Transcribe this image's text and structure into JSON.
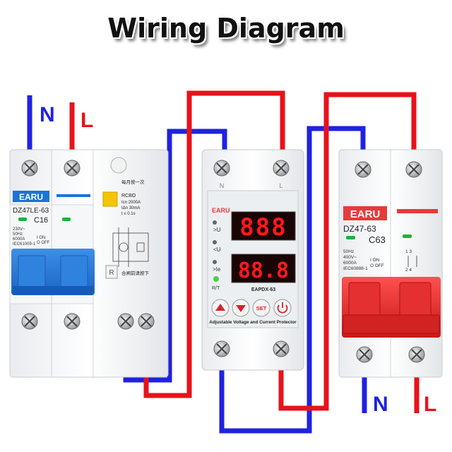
{
  "title": "Wiring Diagram",
  "colors": {
    "neutral": "#1f22e0",
    "line": "#e8121a",
    "lcd": "#ff1a1a",
    "brand_blue": "#1a74d8",
    "brand_red": "#e73a3a"
  },
  "labels": {
    "n_top": "N",
    "l_top": "L",
    "n_bottom": "N",
    "l_bottom": "L"
  },
  "breaker_left": {
    "brand": "EARU",
    "model": "DZ47LE-63",
    "rating": "C16",
    "specs": [
      "230V~",
      "50Hz",
      "6000A",
      "IEC61009-1"
    ],
    "on": "I ON",
    "off": "O OFF"
  },
  "rcbo": {
    "note_top": "每月按一次",
    "name": "RCBO",
    "icn": "Icn 2000A",
    "idn": "IΔn 30mA",
    "t": "t ≤ 0.1s",
    "test_btn": "R",
    "note_bottom": "合闸前请按下"
  },
  "protector": {
    "brand": "EARU",
    "term_n": "N",
    "term_l": "L",
    "display_top": "888",
    "display_bottom": "88.8",
    "ind_over_v": ">U",
    "ind_under_v": "<U",
    "ind_over_i": ">Ie",
    "rt": "R/T",
    "model": "EAPDX-63",
    "set": "SET",
    "caption": "Adjustable Voltage and Current Protector"
  },
  "breaker_right": {
    "brand": "EARU",
    "model": "DZ47-63",
    "rating": "C63",
    "specs": [
      "50Hz",
      "400V~",
      "6000A",
      "IEC60898-1"
    ],
    "on": "I ON",
    "off": "O OFF",
    "poles": "1 3",
    "poles2": "2 4"
  }
}
